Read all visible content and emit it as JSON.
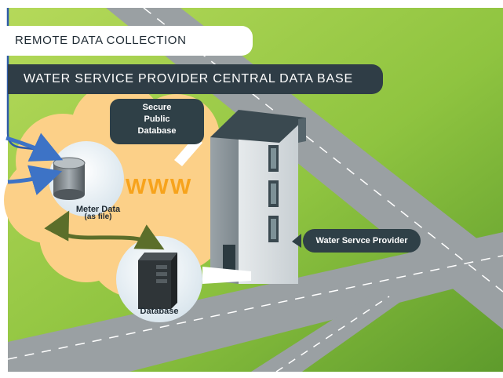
{
  "header": {
    "title": "REMOTE DATA COLLECTION"
  },
  "diagram": {
    "main_title": "WATER SERVICE PROVIDER CENTRAL DATA BASE",
    "cloud_label": "WWW",
    "secure_database": {
      "lines": [
        "Secure",
        "Public",
        "Database"
      ]
    },
    "meter_data": {
      "label": "Meter Data",
      "sublabel": "(as file)"
    },
    "database": {
      "label": "Database"
    },
    "provider": {
      "label": "Water Servce Provider"
    }
  },
  "colors": {
    "grass_light": "#a4d14d",
    "grass_dark": "#5f9e2a",
    "road": "#9aa0a3",
    "cloud": "#fcd088",
    "navy": "#2f3d46",
    "arrow_blue": "#3d73c6",
    "arrow_olive": "#5b6e2a",
    "www_orange": "#f7a31c",
    "frame_blue": "#2e5aa8"
  }
}
